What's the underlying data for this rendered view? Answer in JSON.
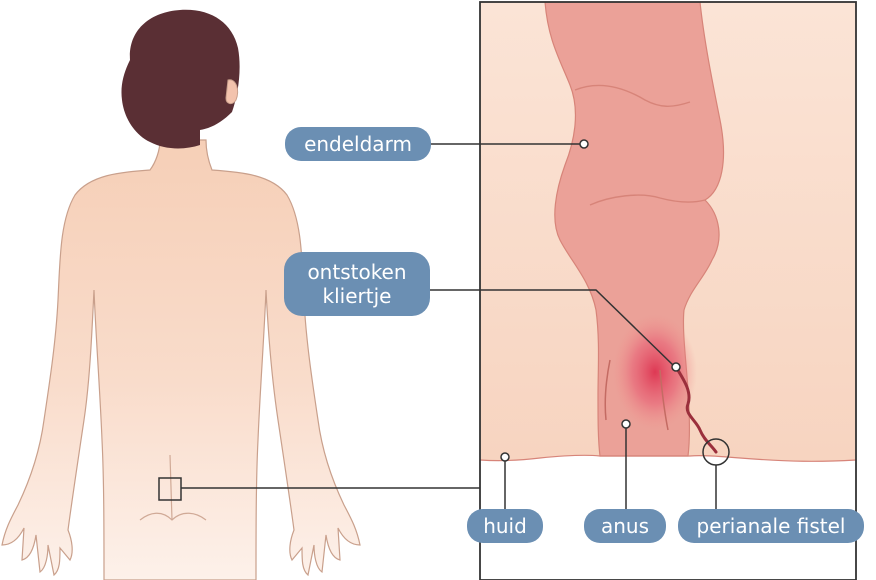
{
  "labels": {
    "rectum": "endeldarm",
    "gland_line1": "ontstoken",
    "gland_line2": "kliertje",
    "skin": "huid",
    "anus": "anus",
    "fistula": "perianale fistel"
  },
  "colors": {
    "label_bg": "#6b8fb3",
    "label_text": "#ffffff",
    "skin": "#f8d9c6",
    "rectum": "#eba198",
    "inflamed": "#e0475a",
    "hair": "#5a2f34",
    "frame": "#333333"
  }
}
